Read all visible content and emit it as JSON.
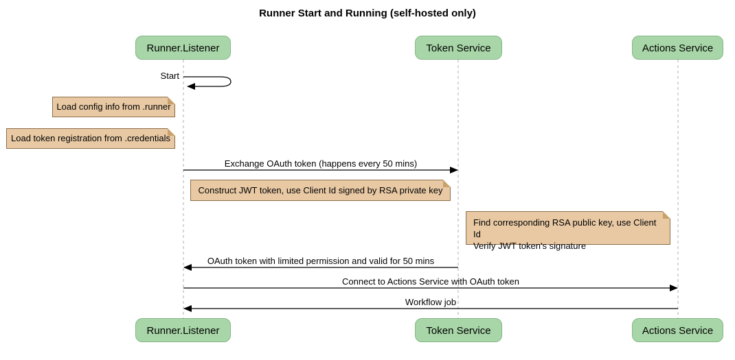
{
  "title": "Runner Start and Running (self-hosted only)",
  "actors": {
    "runner_listener": "Runner.Listener",
    "token_service": "Token Service",
    "actions_service": "Actions Service"
  },
  "messages": {
    "start": "Start",
    "exchange_oauth": "Exchange OAuth token (happens every 50 mins)",
    "oauth_token_return": "OAuth token with limited permission and valid for 50 mins",
    "connect_actions": "Connect to Actions Service with OAuth token",
    "workflow_job": "Workflow job"
  },
  "notes": {
    "load_config": "Load config info from .runner",
    "load_token_registration": "Load token registration from .credentials",
    "construct_jwt": "Construct JWT token, use Client Id signed by RSA private key",
    "verify_jwt_line1": "Find corresponding RSA public key, use Client Id",
    "verify_jwt_line2": "Verify JWT token's signature"
  },
  "colors": {
    "actor_fill": "#A8D6A8",
    "actor_border": "#84B784",
    "note_fill": "#E8C9A4",
    "note_border": "#8C6D4A",
    "lifeline": "#ADADAD",
    "arrow": "#000000",
    "background": "#FFFFFF"
  }
}
